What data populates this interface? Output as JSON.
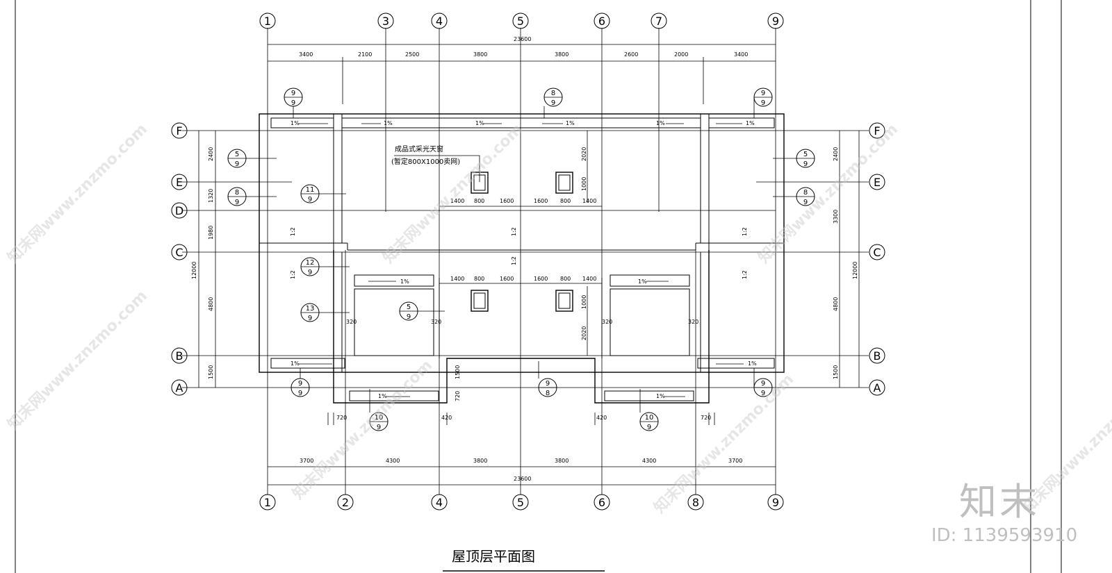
{
  "drawing": {
    "title": "屋顶层平面图",
    "overall_top": "23600",
    "overall_bottom": "23600",
    "top_bays": [
      "3400",
      "2100",
      "2500",
      "3800",
      "3800",
      "2600",
      "2000",
      "3400"
    ],
    "bottom_bays": [
      "3700",
      "4300",
      "3800",
      "3800",
      "4300",
      "3700"
    ],
    "left_rows": [
      "2400",
      "1320",
      "1980",
      "4800",
      "1500"
    ],
    "left_overall": "12000",
    "right_rows": [
      "2400",
      "3300",
      "4800",
      "1500"
    ],
    "right_overall": "12000",
    "top_axes": [
      "1",
      "3",
      "4",
      "5",
      "6",
      "7",
      "9"
    ],
    "bottom_axes": [
      "1",
      "2",
      "4",
      "5",
      "6",
      "8",
      "9"
    ],
    "left_axes": [
      "F",
      "E",
      "D",
      "C",
      "B",
      "A"
    ],
    "right_axes": [
      "F",
      "E",
      "C",
      "B",
      "A"
    ],
    "skylight_label": "成品式采光天窗",
    "skylight_size": "(暂定800X1000卖网)",
    "skylight_dims_upper": [
      "1400",
      "800",
      "1600",
      "1600",
      "800",
      "1400"
    ],
    "skylight_dims_lower": [
      "1400",
      "800",
      "1600",
      "1600",
      "800",
      "1400"
    ],
    "skylight_height": "1000",
    "skylight_offset": "2020",
    "slope_label": "1%",
    "ridge_label": "1:2",
    "small_dims": {
      "d320": "320",
      "d720": "720",
      "d1500": "1500",
      "d420": "420"
    },
    "detail_tags": [
      {
        "num": "9",
        "den": "9"
      },
      {
        "num": "8",
        "den": "9"
      },
      {
        "num": "9",
        "den": "9"
      },
      {
        "num": "5",
        "den": "9"
      },
      {
        "num": "8",
        "den": "9"
      },
      {
        "num": "11",
        "den": "9"
      },
      {
        "num": "5",
        "den": "9"
      },
      {
        "num": "8",
        "den": "9"
      },
      {
        "num": "12",
        "den": "9"
      },
      {
        "num": "13",
        "den": "9"
      },
      {
        "num": "5",
        "den": "9"
      },
      {
        "num": "9",
        "den": "9"
      },
      {
        "num": "9",
        "den": "8"
      },
      {
        "num": "9",
        "den": "9"
      },
      {
        "num": "10",
        "den": "9"
      },
      {
        "num": "10",
        "den": "9"
      }
    ]
  },
  "watermark": {
    "text": "知末网www.znzmo.com",
    "logo": "知末",
    "id": "ID: 1139593910"
  }
}
